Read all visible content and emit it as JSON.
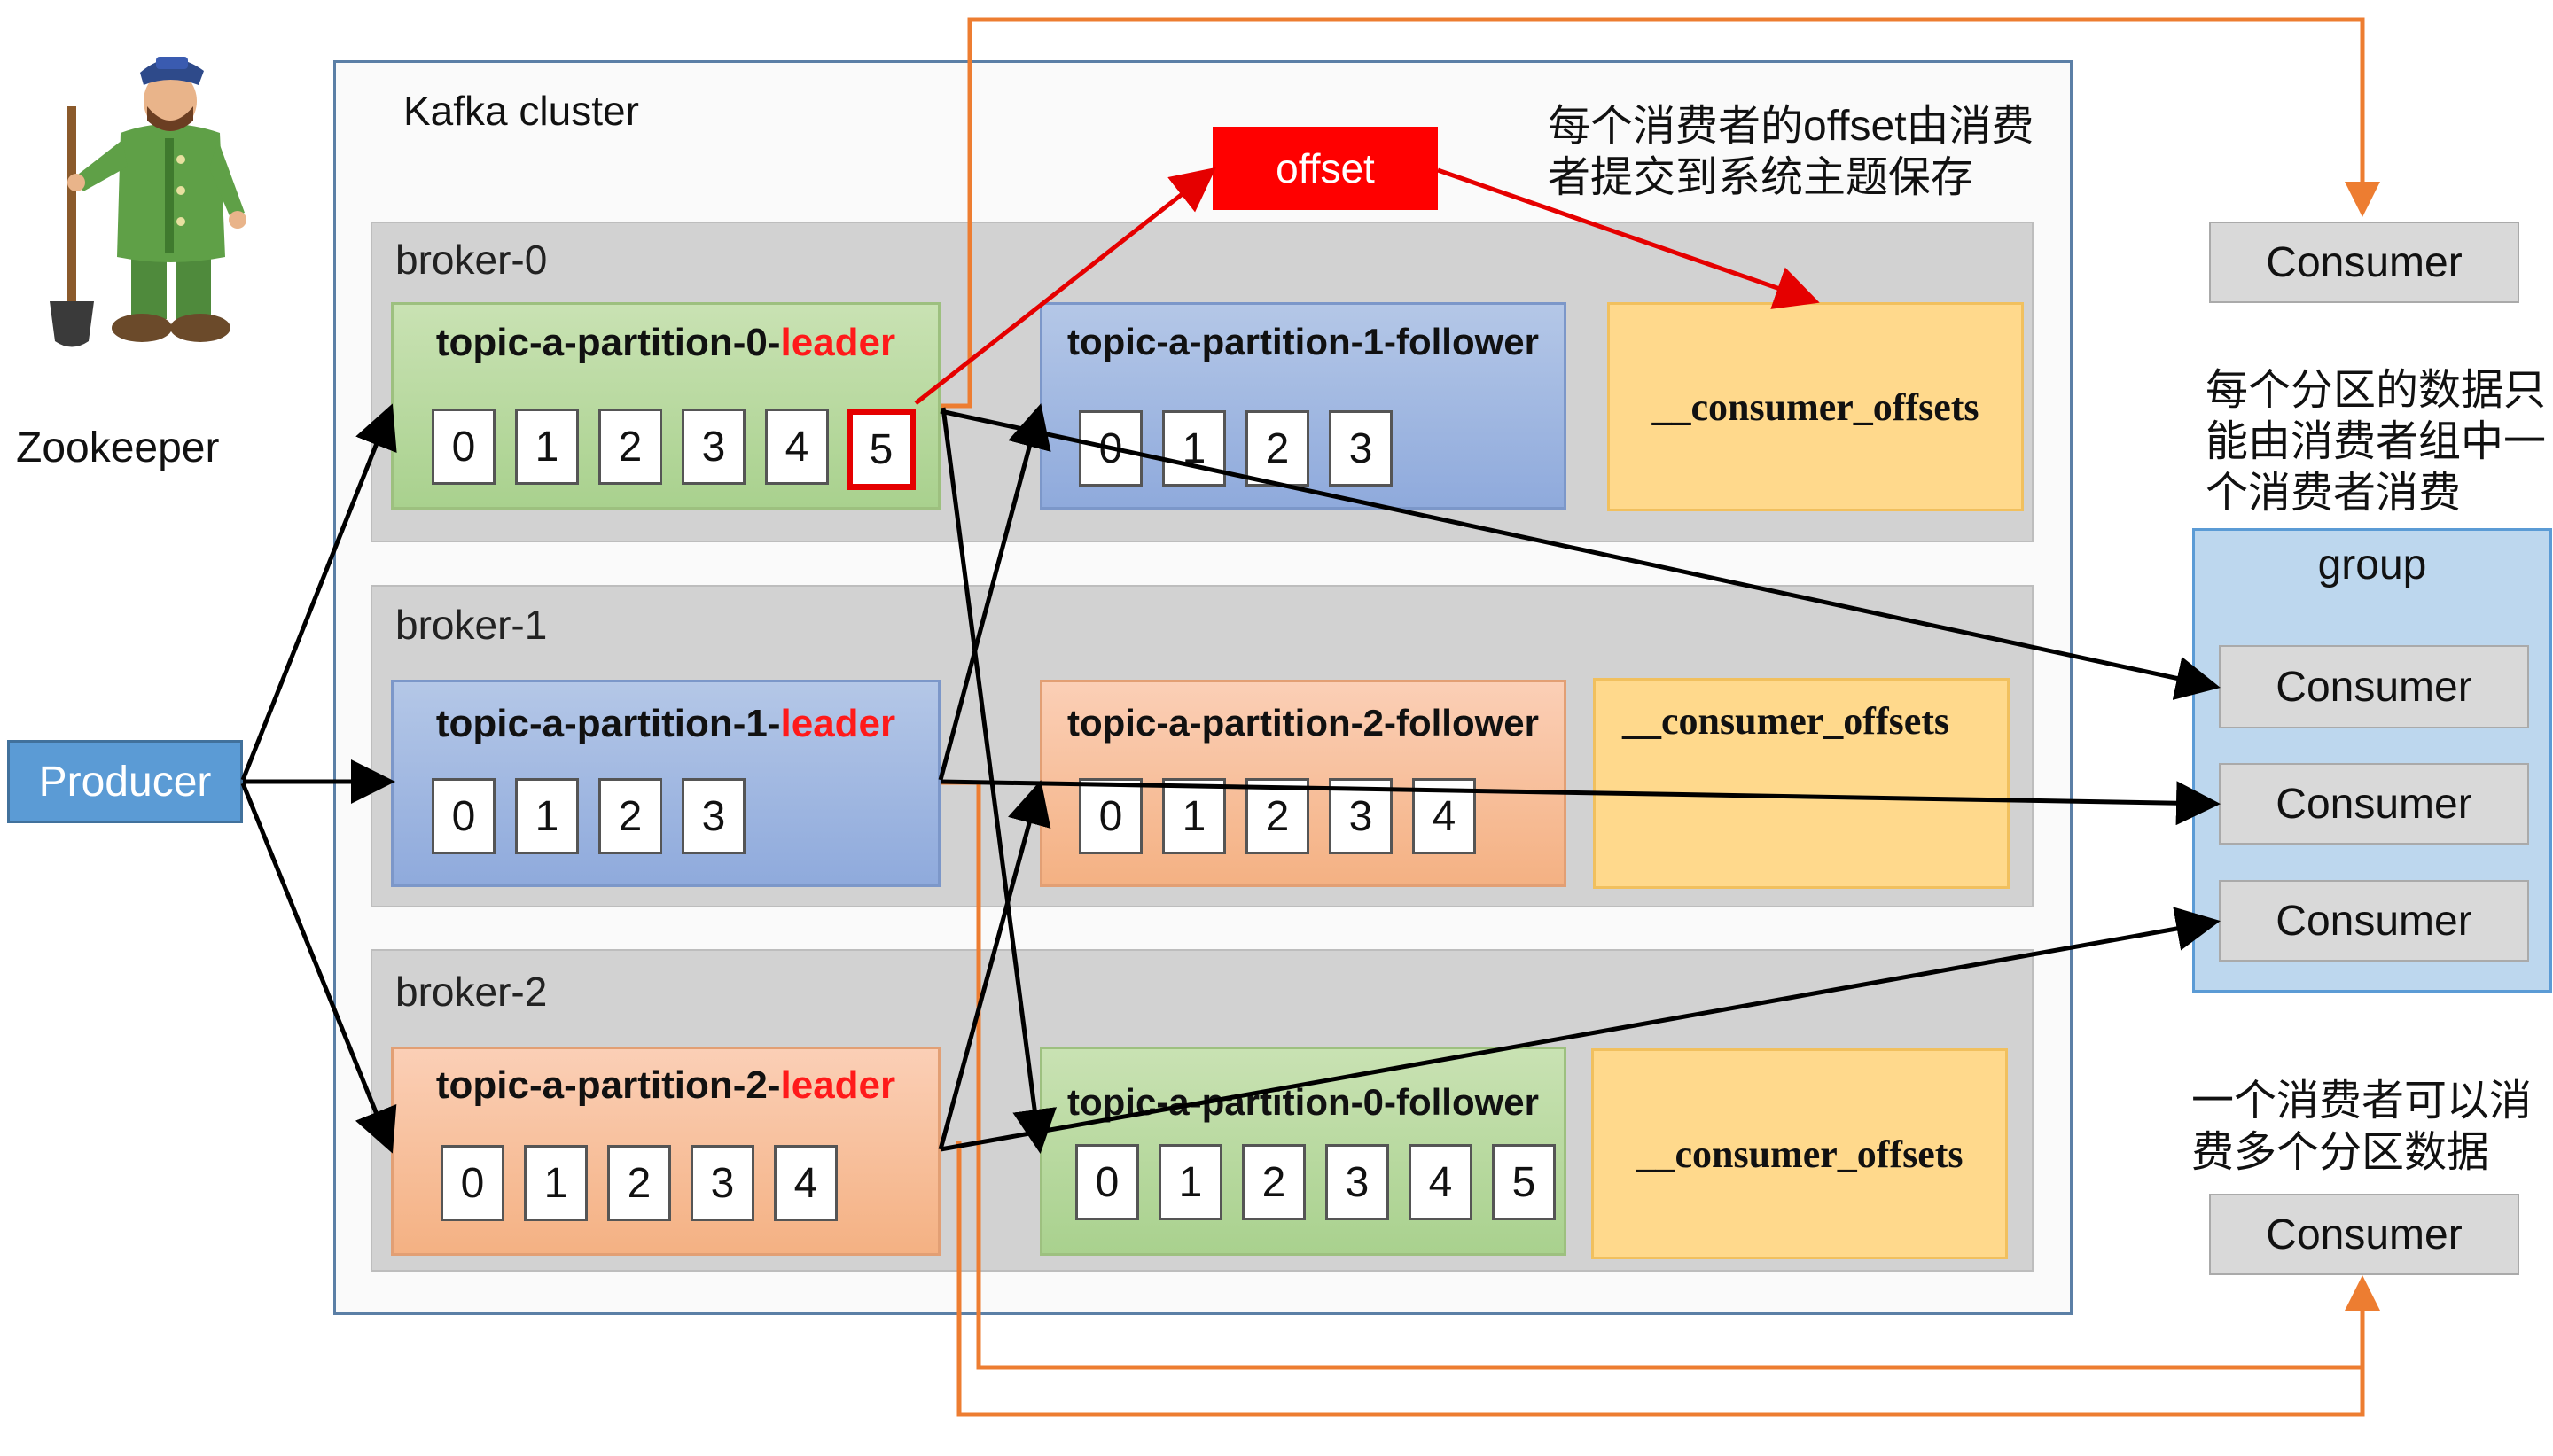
{
  "cluster": {
    "title": "Kafka cluster"
  },
  "zookeeper": {
    "label": "Zookeeper",
    "icon": "zookeeper-mascot-icon"
  },
  "producer": {
    "label": "Producer"
  },
  "offset": {
    "label": "offset"
  },
  "notes": {
    "offset_save_line1": "每个消费者的offset由消费",
    "offset_save_line2": "者提交到系统主题保存",
    "group_rule_line1": "每个分区的数据只",
    "group_rule_line2": "能由消费者组中一",
    "group_rule_line3": "个消费者消费",
    "multi_line1": "一个消费者可以消",
    "multi_line2": "费多个分区数据"
  },
  "brokers": [
    {
      "label": "broker-0",
      "leader": {
        "title_prefix": "topic-a-partition-0-",
        "title_suffix": "leader",
        "cells": [
          "0",
          "1",
          "2",
          "3",
          "4",
          "5"
        ]
      },
      "follower": {
        "title": "topic-a-partition-1-follower",
        "cells": [
          "0",
          "1",
          "2",
          "3"
        ]
      },
      "offsets": "__consumer_offsets"
    },
    {
      "label": "broker-1",
      "leader": {
        "title_prefix": "topic-a-partition-1-",
        "title_suffix": "leader",
        "cells": [
          "0",
          "1",
          "2",
          "3"
        ]
      },
      "follower": {
        "title": "topic-a-partition-2-follower",
        "cells": [
          "0",
          "1",
          "2",
          "3",
          "4"
        ]
      },
      "offsets": "__consumer_offsets"
    },
    {
      "label": "broker-2",
      "leader": {
        "title_prefix": "topic-a-partition-2-",
        "title_suffix": "leader",
        "cells": [
          "0",
          "1",
          "2",
          "3",
          "4"
        ]
      },
      "follower": {
        "title": "topic-a-partition-0-follower",
        "cells": [
          "0",
          "1",
          "2",
          "3",
          "4",
          "5"
        ]
      },
      "offsets": "__consumer_offsets"
    }
  ],
  "consumers": {
    "top": "Consumer",
    "group_label": "group",
    "group_members": [
      "Consumer",
      "Consumer",
      "Consumer"
    ],
    "bottom": "Consumer"
  },
  "colors": {
    "producer": "#5b9bd5",
    "offset": "#ff0000",
    "leader_text": "#ff1a1a",
    "orange_line": "#ed7d31",
    "partition_green": "#a9d18e",
    "partition_blue": "#8faadc",
    "partition_salmon": "#f4b183",
    "consumer_offsets_yellow": "#ffd98c"
  }
}
